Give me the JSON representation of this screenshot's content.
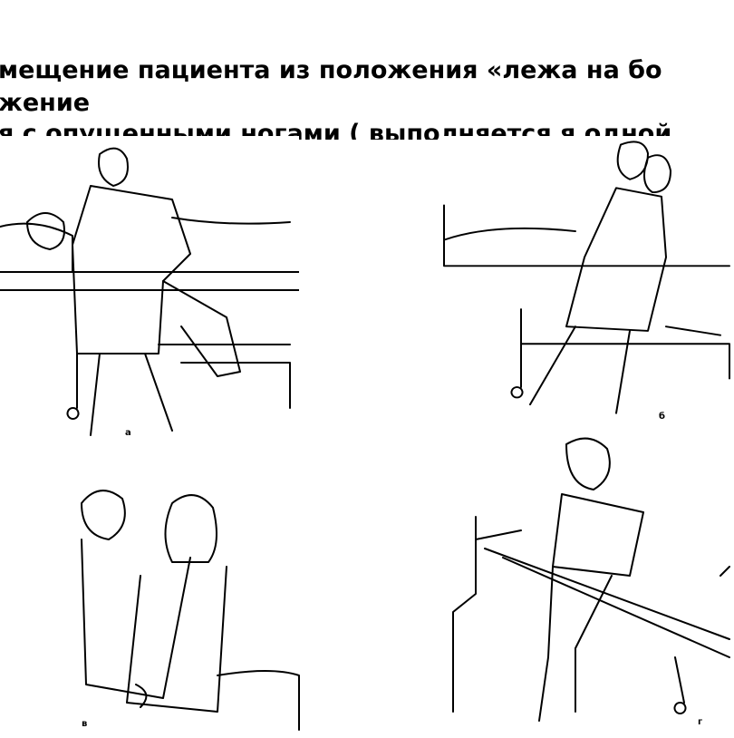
{
  "title": {
    "line1": "мещение пациента из положения «лежа на бо",
    "line2": "жение",
    "line3": "я с опущенными ногами ( выполняется я одной"
  },
  "figures": [
    {
      "label": "а"
    },
    {
      "label": "б"
    },
    {
      "label": "в"
    },
    {
      "label": "г"
    }
  ]
}
